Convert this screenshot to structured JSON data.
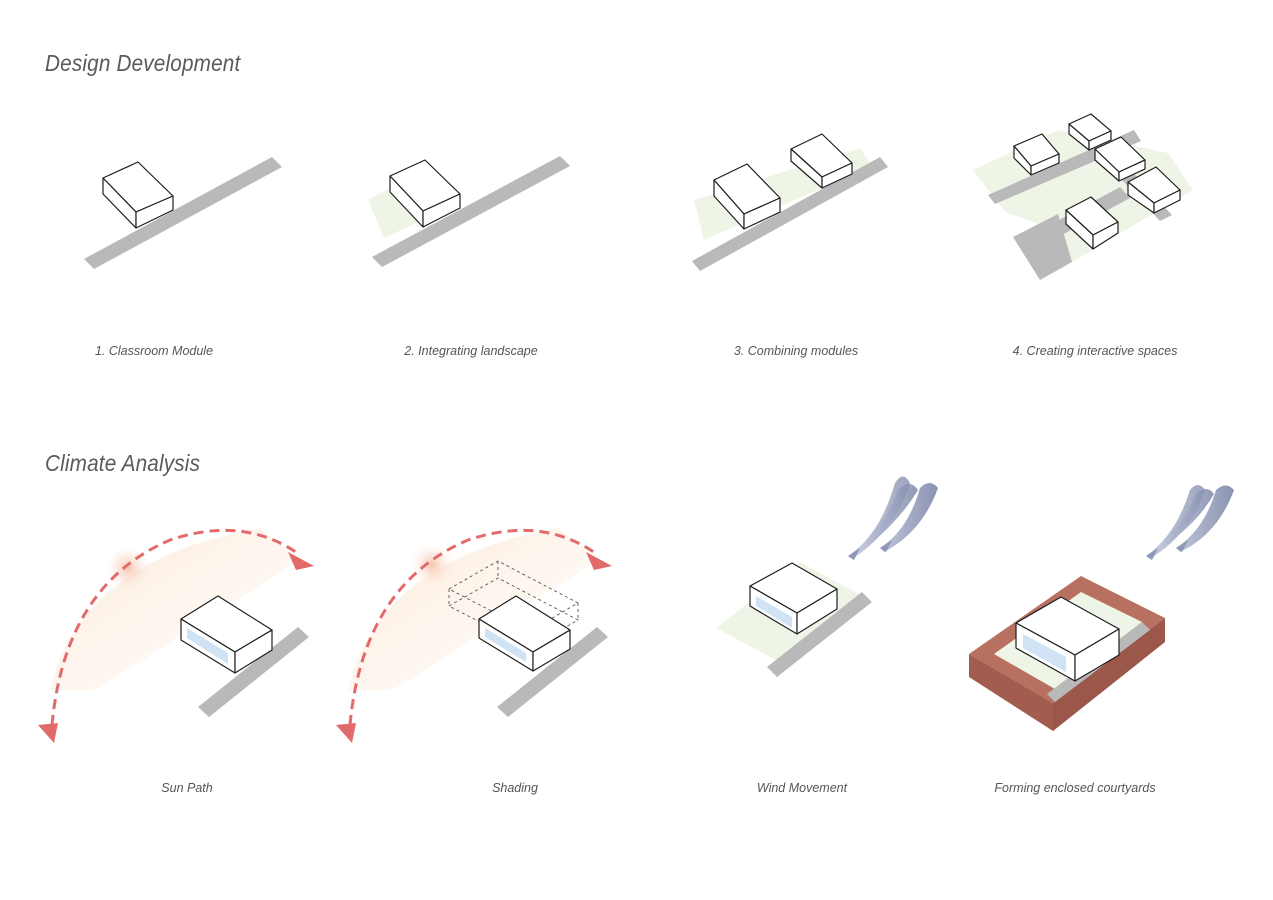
{
  "sections": {
    "design_development": {
      "title": "Design Development",
      "captions": [
        "1. Classroom Module",
        "2. Integrating landscape",
        "3. Combining modules",
        "4. Creating interactive spaces"
      ]
    },
    "climate_analysis": {
      "title": "Climate Analysis",
      "captions": [
        "Sun Path",
        "Shading",
        "Wind Movement",
        "Forming enclosed courtyards"
      ]
    }
  },
  "colors": {
    "road": "#b9b9b9",
    "landscape": "#eef5e6",
    "box_fill": "#ffffff",
    "box_stroke": "#1e1e1e",
    "glazing": "#cfe3f5",
    "sun_arc": "#e36a6a",
    "wind_arrow": "#8e97b5",
    "courtyard_wall": "#b87060"
  }
}
